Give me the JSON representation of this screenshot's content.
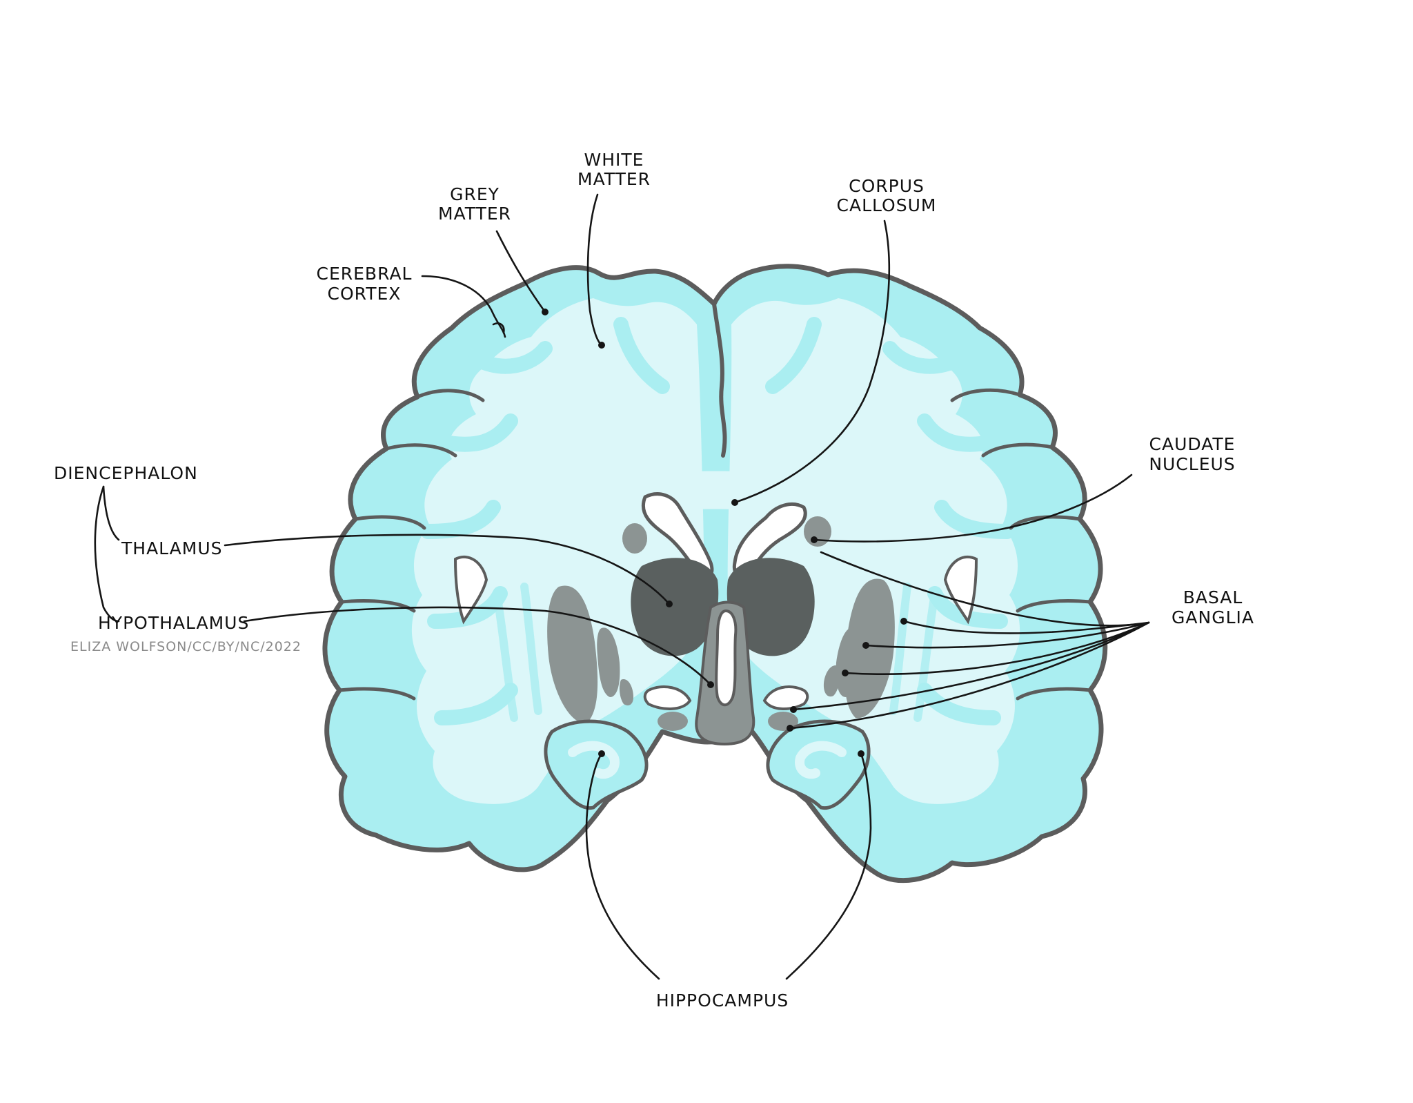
{
  "labels": {
    "white_matter": [
      "WHITE",
      "MATTER"
    ],
    "grey_matter": [
      "GREY",
      "MATTER"
    ],
    "corpus_callosum": [
      "CORPUS",
      "CALLOSUM"
    ],
    "cerebral_cortex": [
      "CEREBRAL",
      "CORTEX"
    ],
    "diencephalon": "DIENCEPHALON",
    "thalamus": "THALAMUS",
    "hypothalamus": "HYPOTHALAMUS",
    "caudate_nucleus": [
      "CAUDATE",
      "NUCLEUS"
    ],
    "basal_ganglia": [
      "BASAL",
      "GANGLIA"
    ],
    "hippocampus": "HIPPOCAMPUS"
  },
  "credit": "ELIZA WOLFSON/CC/BY/NC/2022",
  "colors": {
    "grey_matter": "#aaeef1",
    "white_matter": "#dcf7f9",
    "outline": "#5c5c5c",
    "thalamus": "#5a605f",
    "basal_ganglia": "#8c9493",
    "ventricle": "#ffffff",
    "label_text": "#111111",
    "credit_text": "#8a8a8a"
  }
}
